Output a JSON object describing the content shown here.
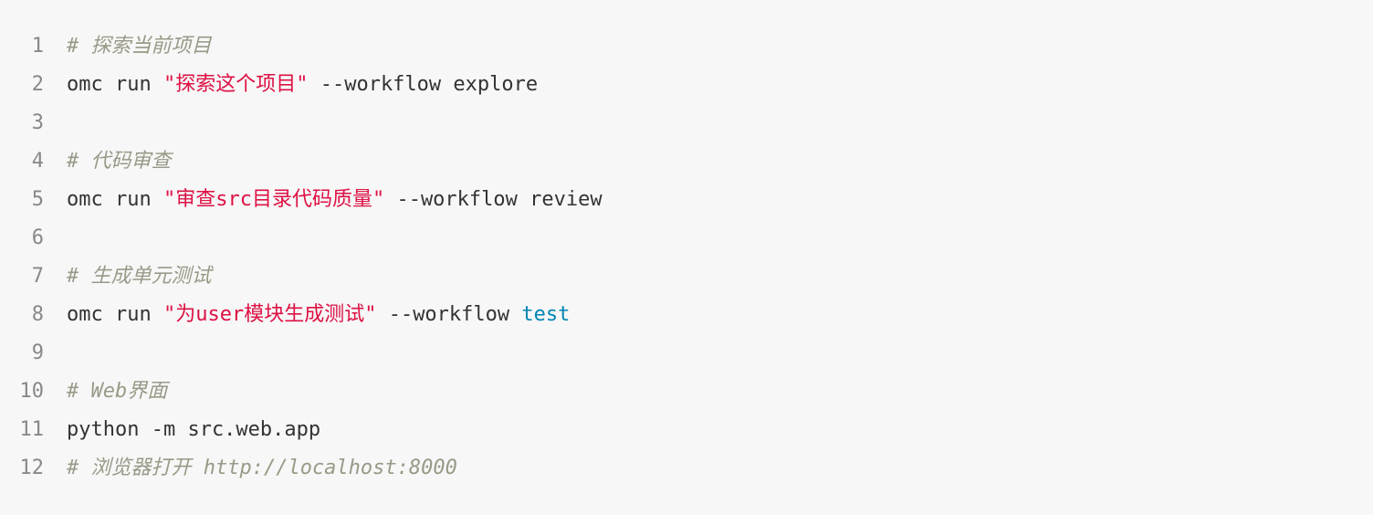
{
  "code_block": {
    "colors": {
      "background": "#f7f7f7",
      "text": "#333333",
      "comment": "#999988",
      "string": "#dd1144",
      "builtin": "#0086b3",
      "line_number": "#888888"
    },
    "lines": [
      {
        "number": "1",
        "tokens": [
          {
            "t": "# 探索当前项目",
            "c": "comment"
          }
        ]
      },
      {
        "number": "2",
        "tokens": [
          {
            "t": "omc run ",
            "c": "plain"
          },
          {
            "t": "\"探索这个项目\"",
            "c": "string"
          },
          {
            "t": " --workflow explore",
            "c": "plain"
          }
        ]
      },
      {
        "number": "3",
        "tokens": []
      },
      {
        "number": "4",
        "tokens": [
          {
            "t": "# 代码审查",
            "c": "comment"
          }
        ]
      },
      {
        "number": "5",
        "tokens": [
          {
            "t": "omc run ",
            "c": "plain"
          },
          {
            "t": "\"审查src目录代码质量\"",
            "c": "string"
          },
          {
            "t": " --workflow review",
            "c": "plain"
          }
        ]
      },
      {
        "number": "6",
        "tokens": []
      },
      {
        "number": "7",
        "tokens": [
          {
            "t": "# 生成单元测试",
            "c": "comment"
          }
        ]
      },
      {
        "number": "8",
        "tokens": [
          {
            "t": "omc run ",
            "c": "plain"
          },
          {
            "t": "\"为user模块生成测试\"",
            "c": "string"
          },
          {
            "t": " --workflow ",
            "c": "plain"
          },
          {
            "t": "test",
            "c": "builtin"
          }
        ]
      },
      {
        "number": "9",
        "tokens": []
      },
      {
        "number": "10",
        "tokens": [
          {
            "t": "# Web界面",
            "c": "comment"
          }
        ]
      },
      {
        "number": "11",
        "tokens": [
          {
            "t": "python -m src.web.app",
            "c": "plain"
          }
        ]
      },
      {
        "number": "12",
        "tokens": [
          {
            "t": "# 浏览器打开 http://localhost:8000",
            "c": "comment"
          }
        ]
      }
    ]
  }
}
